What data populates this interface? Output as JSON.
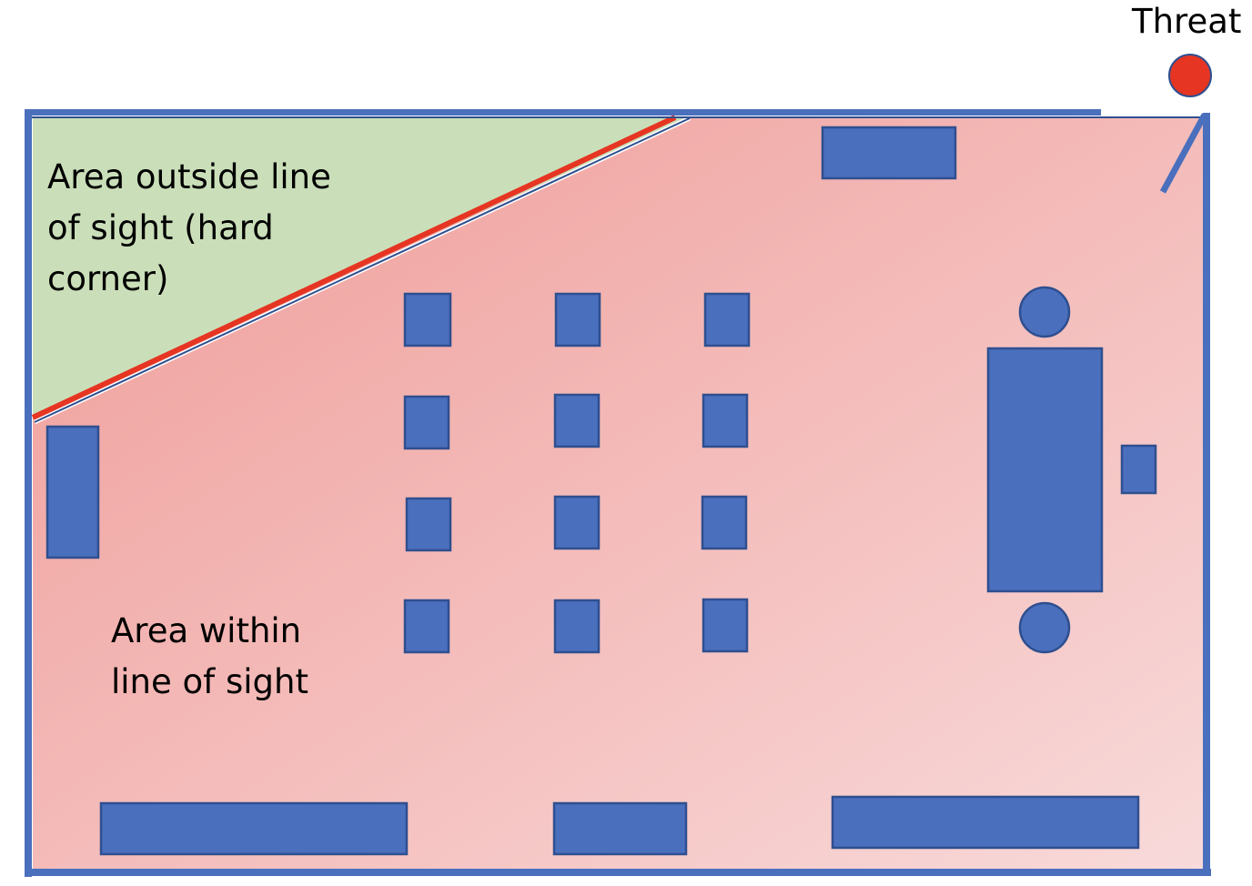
{
  "labels": {
    "threat": "Threat",
    "outside_line1": "Area outside line",
    "outside_line2": "of sight (hard",
    "outside_line3": "corner)",
    "within_line1": "Area within",
    "within_line2": "line of sight"
  },
  "colors": {
    "furniture": "#4a6fbd",
    "furniture_stroke": "#2f4f8f",
    "wall": "#4a6fbd",
    "threat": "#e63522",
    "safe_area": "#cadfb9",
    "danger_start": "#f0a09c",
    "danger_end": "#f8d9d8",
    "sight_line": "#e63522"
  }
}
